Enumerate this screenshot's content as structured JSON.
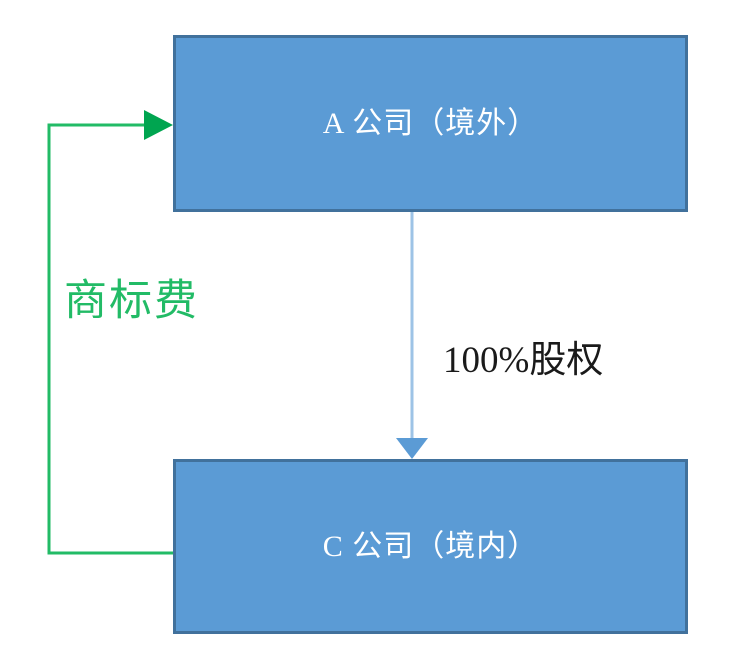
{
  "diagram": {
    "title": "Company structure diagram",
    "background_color": "#ffffff",
    "nodes": [
      {
        "id": "company-a",
        "label": "A 公司（境外）",
        "fill_color": "#5b9bd5",
        "border_color": "#41719c",
        "text_color": "#ffffff"
      },
      {
        "id": "company-c",
        "label": "C 公司（境内）",
        "fill_color": "#5b9bd5",
        "border_color": "#41719c",
        "text_color": "#ffffff"
      }
    ],
    "edges": [
      {
        "id": "equity-edge",
        "label": "100%股权",
        "from": "company-a",
        "to": "company-c",
        "color": "#9dc3e6",
        "label_color": "#1a1a1a",
        "direction": "down"
      },
      {
        "id": "trademark-fee-edge",
        "label": "商标费",
        "from": "company-c",
        "to": "company-a",
        "color": "#22bb66",
        "arrow_color": "#00a550",
        "label_color": "#22bb66",
        "direction": "up-left-then-right"
      }
    ]
  }
}
